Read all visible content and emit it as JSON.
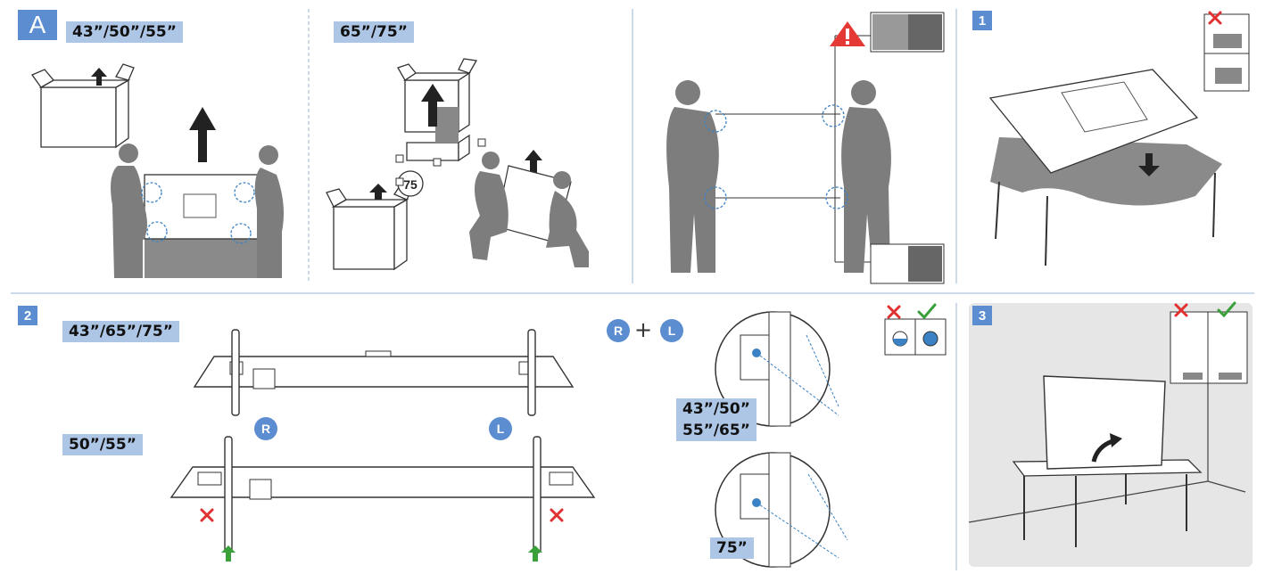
{
  "section_a": {
    "badge": "A",
    "size_left": "43”/50”/55”",
    "size_right": "65”/75”",
    "box_stamp": "75"
  },
  "step1": {
    "badge": "1"
  },
  "step2": {
    "badge": "2",
    "size_top": "43”/65”/75”",
    "size_bottom": "50”/55”",
    "label_r": "R",
    "label_l": "L",
    "label_r2": "R",
    "label_l2": "L",
    "plus": "+",
    "screw_size_1": "43”/50”",
    "screw_size_2": "55”/65”",
    "screw_size_3": "75”"
  },
  "step3": {
    "badge": "3"
  },
  "colors": {
    "accent_blue": "#5b8dd0",
    "tag_blue": "#aec6e6",
    "wrong_red": "#e03030",
    "right_green": "#3aa03a",
    "figure_gray": "#7d7d7d",
    "warning_red": "#e53935"
  },
  "icons": [
    "warning-icon",
    "cross-icon",
    "check-icon",
    "up-arrow-icon",
    "down-arrow-icon",
    "curved-arrow-icon"
  ]
}
